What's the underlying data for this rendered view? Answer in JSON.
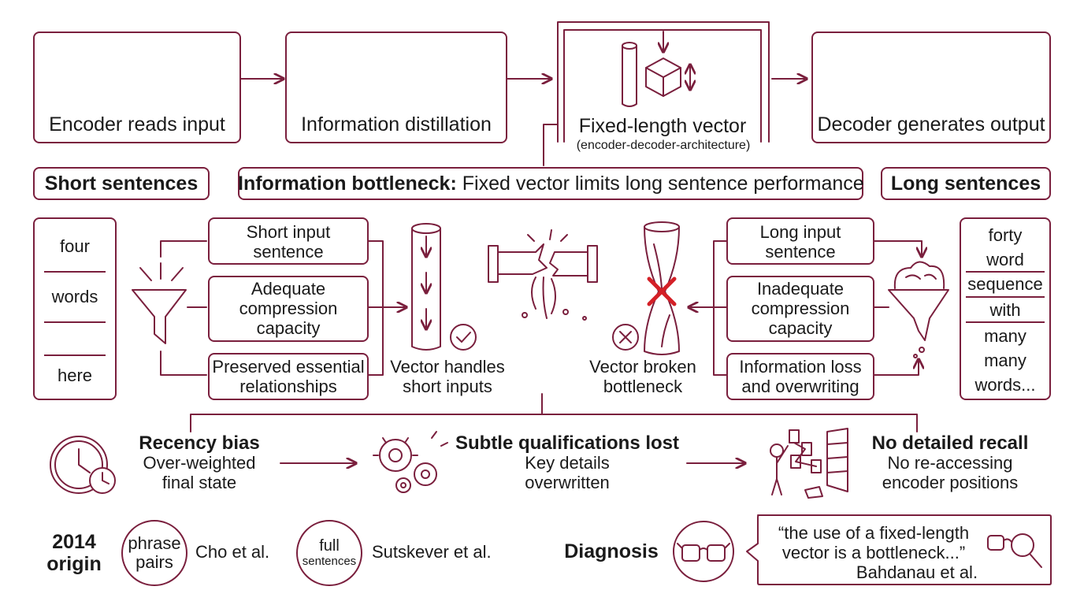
{
  "top": {
    "encoder": "Encoder reads input",
    "distill": "Information distillation",
    "vector": "Fixed-length vector",
    "vector_sub": "(encoder-decoder-architecture)",
    "decoder": "Decoder generates output"
  },
  "labels": {
    "short": "Short sentences",
    "bottleneck_bold": "Information bottleneck:",
    "bottleneck_rest": " Fixed vector limits long sentence performance",
    "long": "Long sentences"
  },
  "short_words": [
    "four",
    "words",
    "here"
  ],
  "long_words": [
    "forty",
    "word",
    "sequence",
    "with",
    "many",
    "many",
    "words..."
  ],
  "left_steps": [
    [
      "Short input",
      "sentence"
    ],
    [
      "Adequate",
      "compression",
      "capacity"
    ],
    [
      "Preserved essential",
      "relationships"
    ]
  ],
  "right_steps": [
    [
      "Long input",
      "sentence"
    ],
    [
      "Inadequate",
      "compression",
      "capacity"
    ],
    [
      "Information loss",
      "and overwriting"
    ]
  ],
  "vector_ok": [
    "Vector handles",
    "short inputs"
  ],
  "vector_bad": [
    "Vector broken",
    "bottleneck"
  ],
  "effects": [
    {
      "title": "Recency bias",
      "lines": [
        "Over-weighted",
        "final state"
      ]
    },
    {
      "title": "Subtle qualifications lost",
      "lines": [
        "Key details",
        "overwritten"
      ]
    },
    {
      "title": "No detailed recall",
      "lines": [
        "No re-accessing",
        "encoder positions"
      ]
    }
  ],
  "origin": {
    "year": "2014",
    "word": "origin",
    "circle1": [
      "phrase",
      "pairs"
    ],
    "cite1": "Cho et al.",
    "circle2": [
      "full",
      "sentences"
    ],
    "cite2": "Sutskever et al."
  },
  "diagnosis": {
    "label": "Diagnosis",
    "quote": [
      "“the use of a fixed-length",
      "vector is a bottleneck...”"
    ],
    "author": "Bahdanau et al."
  },
  "colors": {
    "accent": "#7a1f3d",
    "error": "#d42027"
  }
}
